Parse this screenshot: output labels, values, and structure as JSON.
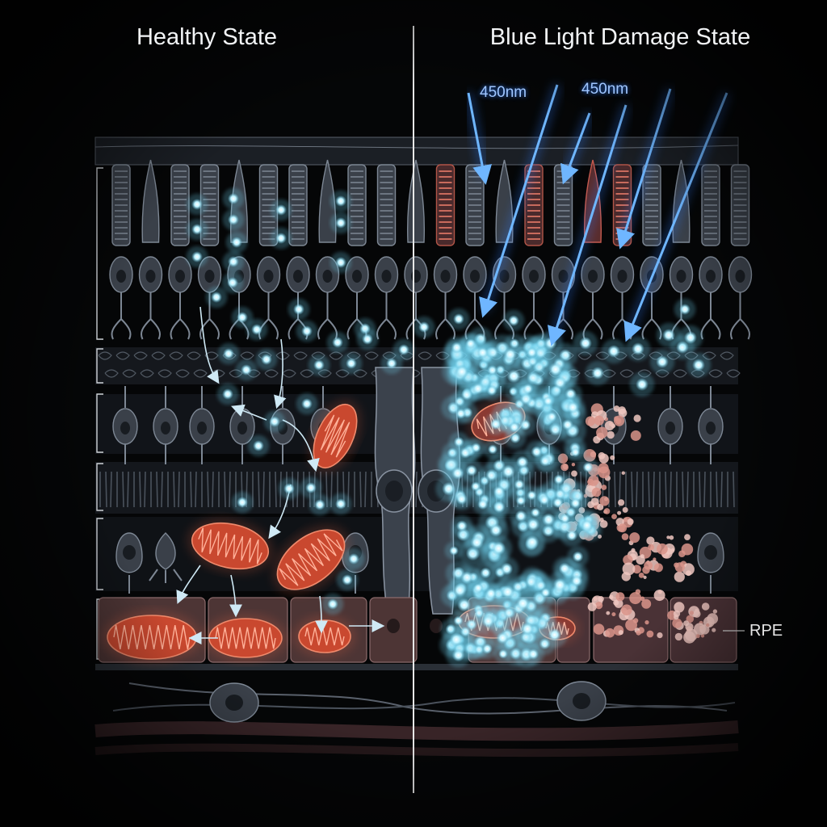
{
  "labels": {
    "healthy_title": "Healthy State",
    "damage_title": "Blue Light Damage State",
    "wavelength_1": "450nm",
    "wavelength_2": "450nm",
    "rpe": "RPE"
  },
  "colors": {
    "background": "#050607",
    "cell_body": "#3a4049",
    "cell_outline": "#7d8794",
    "photon_blue": "#2f7dff",
    "ros_particle": "#bdf2ff",
    "mitochondria": "#d0503a",
    "damage_debris": "#c98a80",
    "divider": "#e8e8e8"
  },
  "icons": [
    "photoreceptor-rod",
    "photoreceptor-cone",
    "mitochondrion",
    "ros-particle",
    "blue-light-arrow",
    "ganglion-cell"
  ]
}
